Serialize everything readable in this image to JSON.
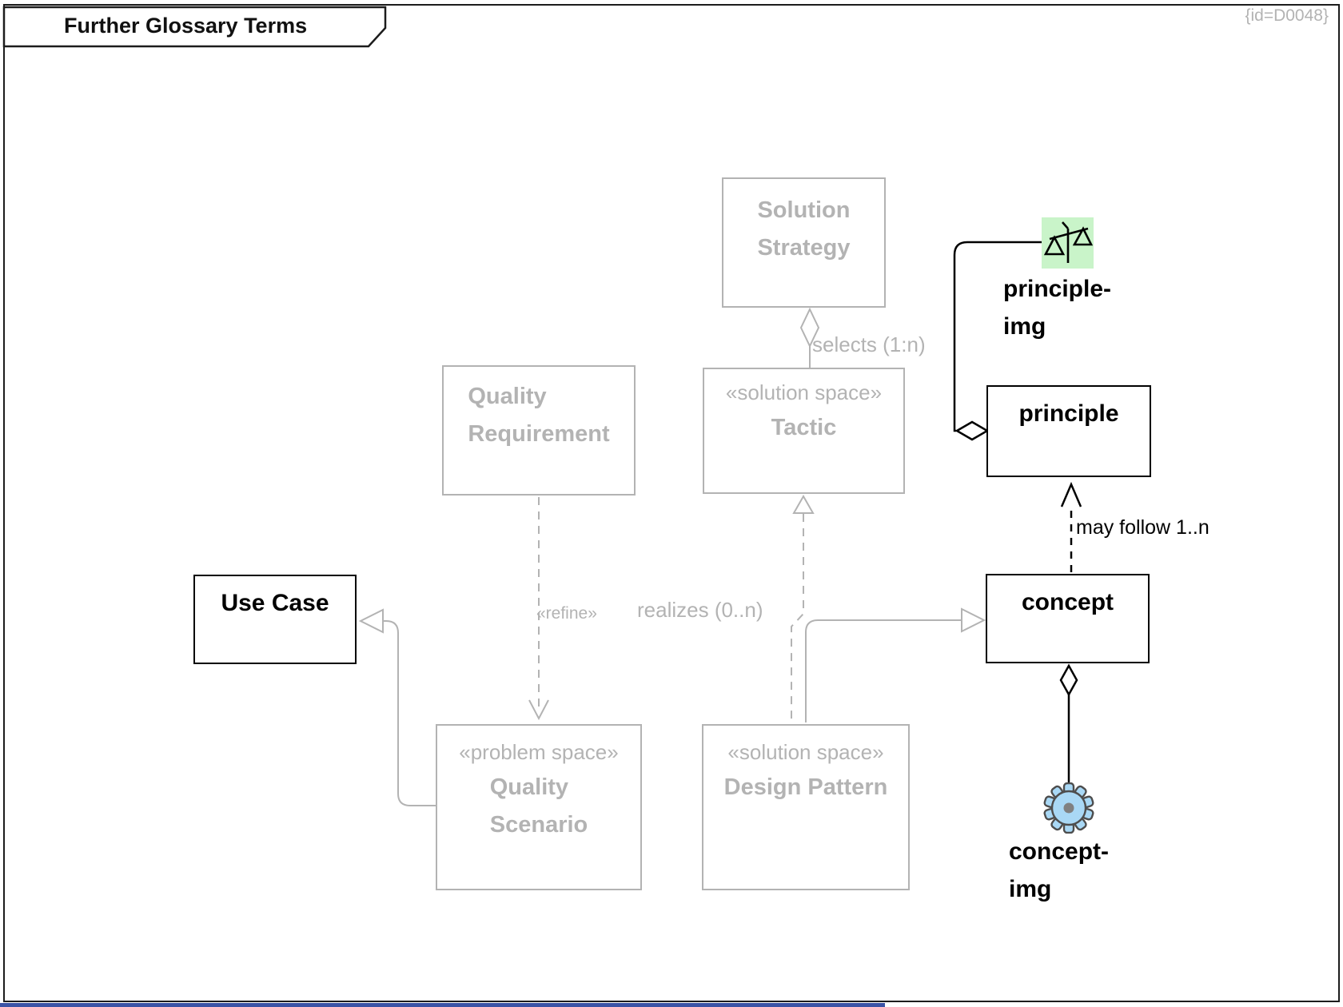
{
  "diagram": {
    "title": "Further Glossary Terms",
    "id_label": "{id=D0048}"
  },
  "nodes": {
    "solution_strategy": {
      "lines": [
        "Solution",
        "Strategy"
      ]
    },
    "quality_requirement": {
      "lines": [
        "Quality",
        "Requirement"
      ]
    },
    "tactic": {
      "stereotype": "«solution space»",
      "lines": [
        "Tactic"
      ]
    },
    "quality_scenario": {
      "stereotype": "«problem space»",
      "lines": [
        "Quality",
        "Scenario"
      ]
    },
    "design_pattern": {
      "stereotype": "«solution space»",
      "lines": [
        "Design Pattern"
      ]
    },
    "use_case": {
      "lines": [
        "Use Case"
      ]
    },
    "principle": {
      "lines": [
        "principle"
      ]
    },
    "concept": {
      "lines": [
        "concept"
      ]
    }
  },
  "images": {
    "principle_img": {
      "label_lines": [
        "principle-",
        "img"
      ],
      "icon": "scales-icon",
      "bg_color": "#c9f4c9"
    },
    "concept_img": {
      "label_lines": [
        "concept-",
        "img"
      ],
      "icon": "gear-icon",
      "fill_color": "#a9d8f5"
    }
  },
  "edges": {
    "selects": {
      "label": "selects (1:n)"
    },
    "refine": {
      "label": "«refine»"
    },
    "realizes": {
      "label": "realizes (0..n)"
    },
    "may_follow": {
      "label": "may follow 1..n"
    }
  },
  "colors": {
    "muted": "#b3b3b3",
    "ink": "#000000",
    "frame": "#1c1c1c",
    "principle_img_bg": "#c9f4c9",
    "gear_fill": "#a9d8f5",
    "bottom_bar": "#3b53a5"
  }
}
